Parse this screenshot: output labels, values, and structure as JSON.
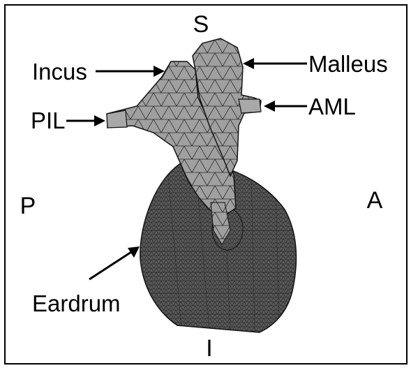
{
  "orientation": {
    "superior": "S",
    "inferior": "I",
    "posterior": "P",
    "anterior": "A"
  },
  "labels": {
    "incus": "Incus",
    "malleus": "Malleus",
    "pil": "PIL",
    "aml": "AML",
    "eardrum": "Eardrum"
  },
  "colors": {
    "frame": "#000000",
    "ossicle_fill": "#9a9a9a",
    "eardrum_fill": "#555555",
    "mesh_line": "#222222"
  }
}
